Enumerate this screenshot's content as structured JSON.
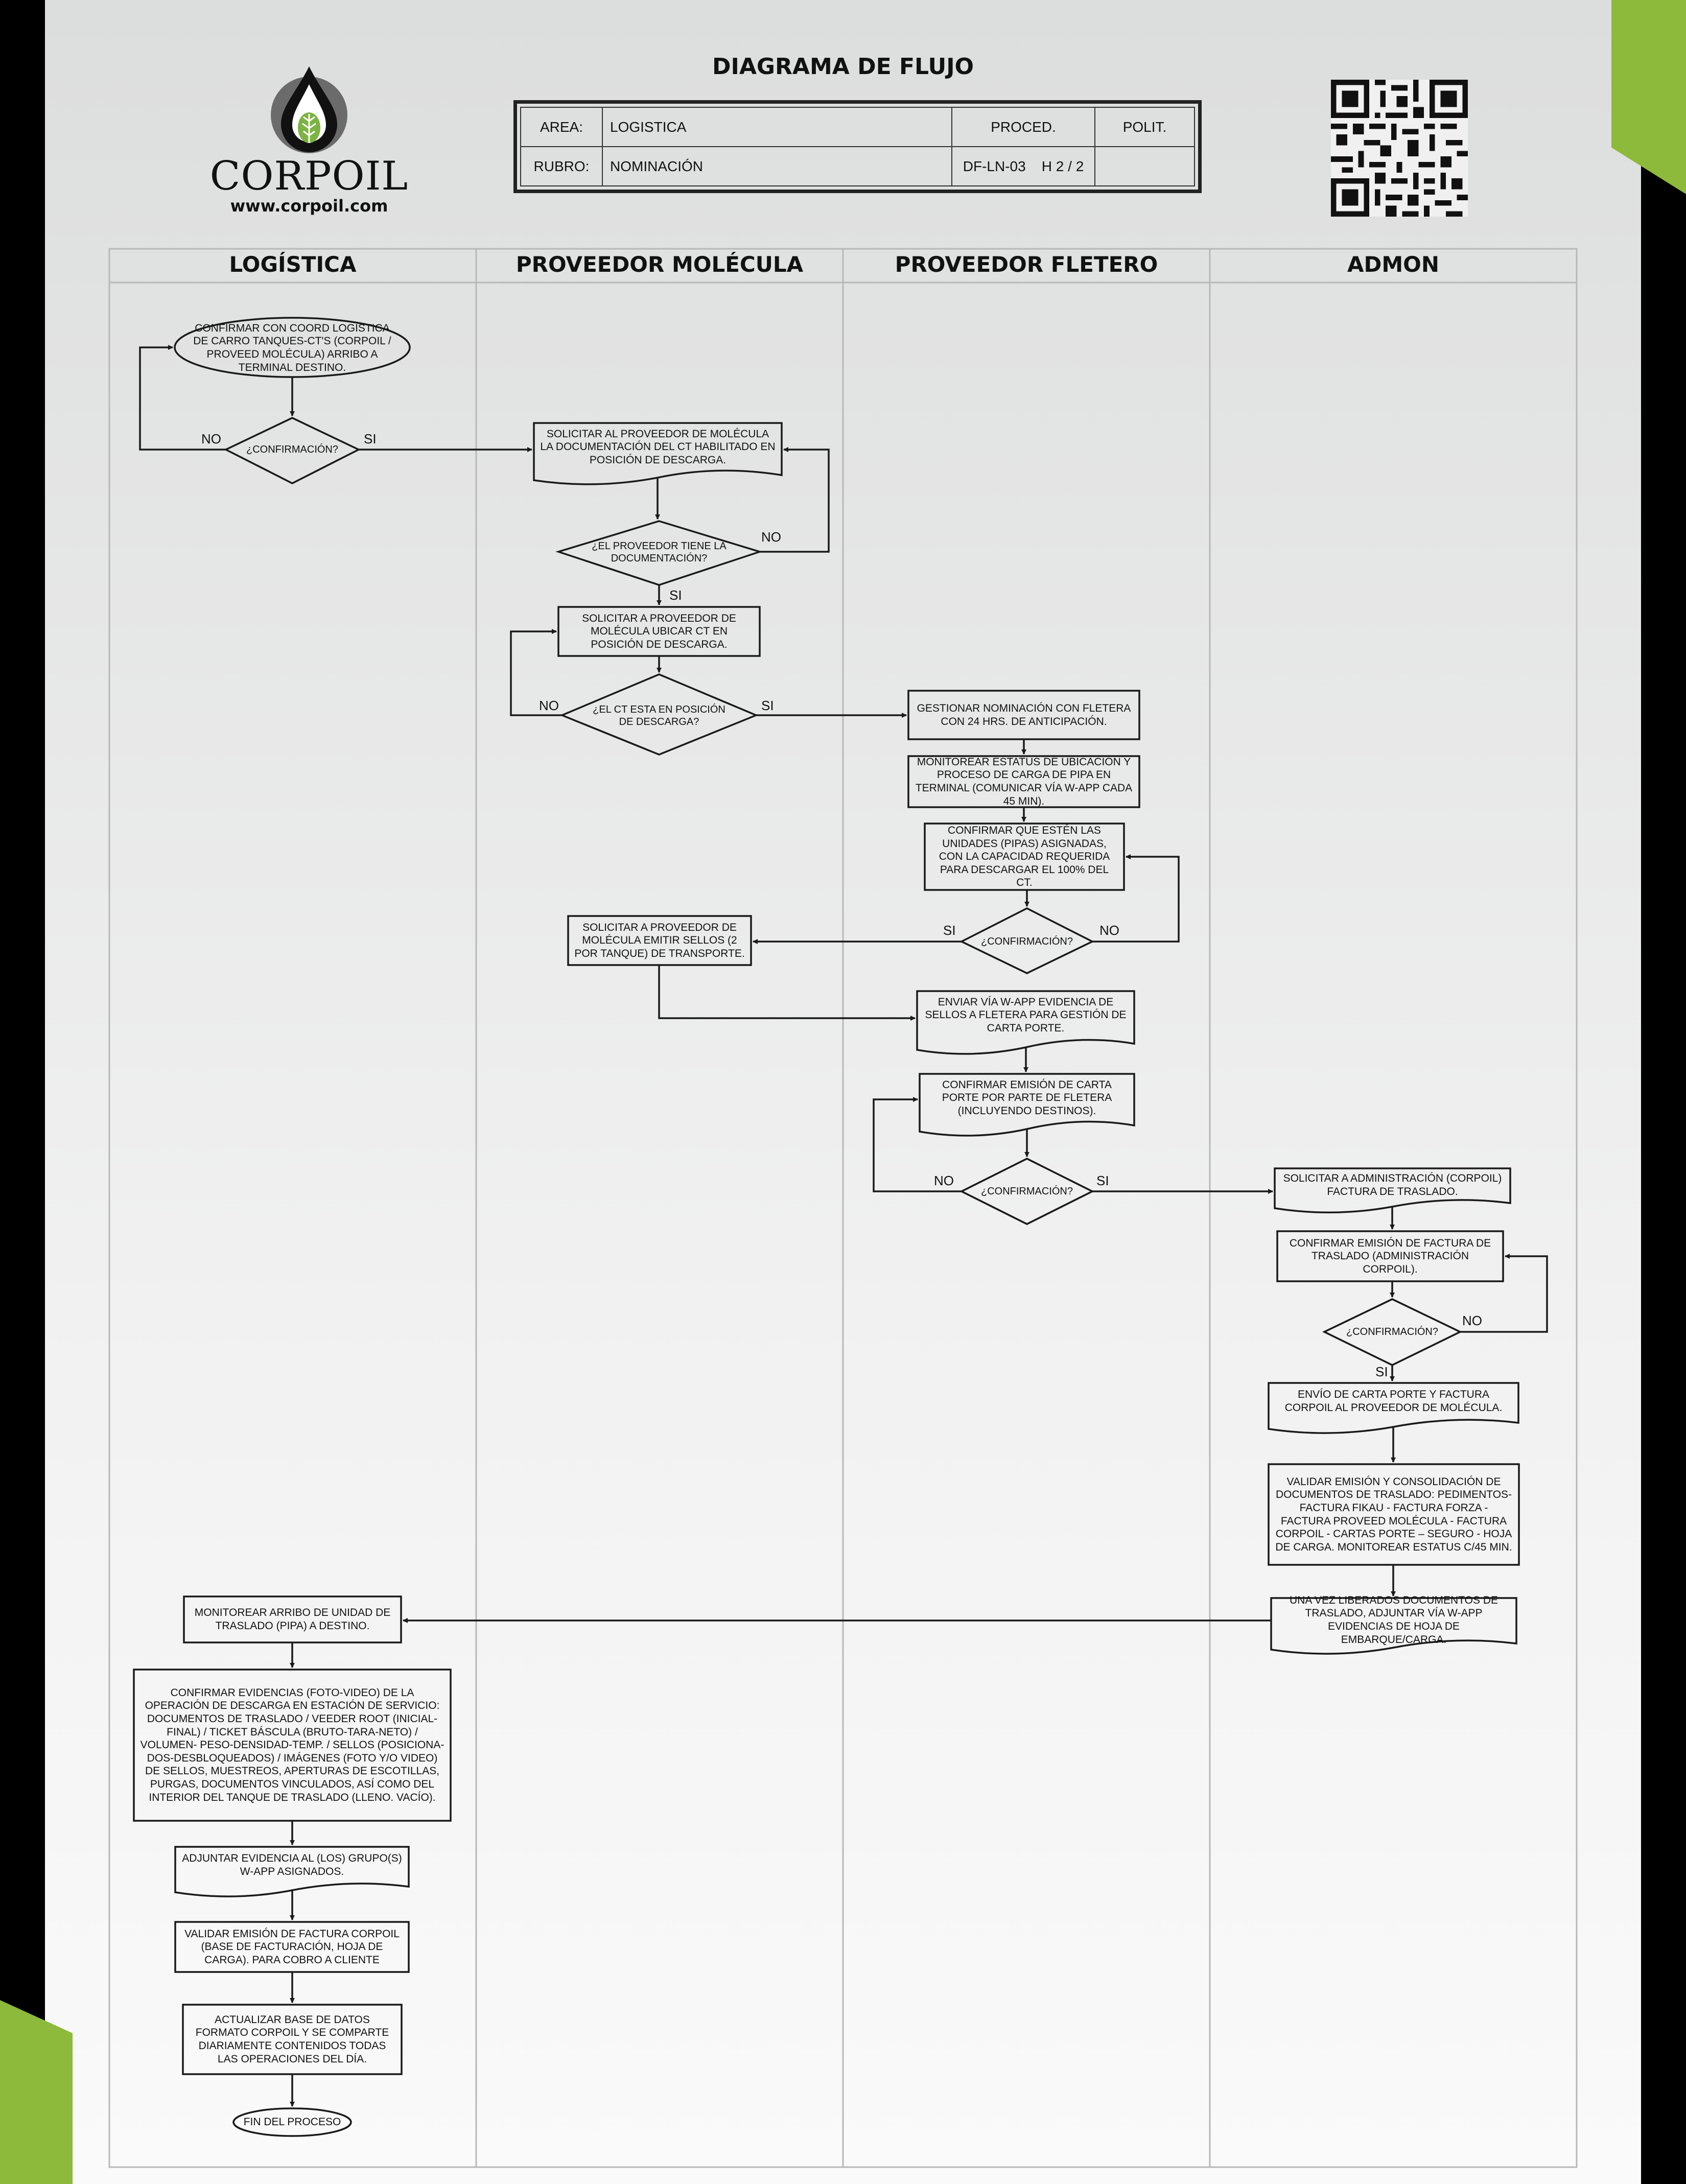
{
  "header": {
    "title": "DIAGRAMA DE FLUJO",
    "area_label": "AREA:",
    "area_value": "LOGISTICA",
    "proced_label": "PROCED.",
    "polit_label": "POLIT.",
    "rubro_label": "RUBRO:",
    "rubro_value": "NOMINACIÓN",
    "code": "DF-LN-03",
    "sheet": "H 2 / 2"
  },
  "logo": {
    "name": "CORPOIL",
    "url": "www.corpoil.com"
  },
  "colors": {
    "accent_green": "#8dba3a",
    "ink": "#1a1a1a"
  },
  "lanes": [
    "LOGÍSTICA",
    "PROVEEDOR MOLÉCULA",
    "PROVEEDOR FLETERO",
    "ADMON"
  ],
  "nodes": {
    "n1": "CONFIRMAR CON COORD LOGÍSTICA DE CARRO TANQUES-CT'S (CORPOIL / PROVEED MOLÉCULA) ARRIBO A TERMINAL DESTINO.",
    "d1": "¿CONFIRMACIÓN?",
    "n2": "SOLICITAR AL PROVEEDOR DE MOLÉCULA LA DOCUMENTACIÓN DEL CT HABILITADO EN POSICIÓN DE DESCARGA.",
    "d2": "¿EL PROVEEDOR TIENE LA DOCUMENTACIÓN?",
    "n3": "SOLICITAR A PROVEEDOR DE MOLÉCULA UBICAR CT EN POSICIÓN DE DESCARGA.",
    "d3": "¿EL CT ESTA EN POSICIÓN DE DESCARGA?",
    "n4": "GESTIONAR NOMINACIÓN CON FLETERA CON 24 HRS. DE ANTICIPACIÓN.",
    "n5": "MONITOREAR ESTATUS DE UBICACIÓN Y PROCESO DE CARGA DE PIPA EN TERMINAL (COMUNICAR VÍA W-APP CADA 45 MIN).",
    "n6": "CONFIRMAR QUE ESTÉN LAS UNIDADES (PIPAS) ASIGNADAS, CON LA CAPACIDAD REQUERIDA PARA DESCARGAR EL 100% DEL CT.",
    "d4": "¿CONFIRMACIÓN?",
    "n7": "SOLICITAR A PROVEEDOR DE MOLÉCULA EMITIR SELLOS (2 POR TANQUE) DE TRANSPORTE.",
    "n8": "ENVIAR VÍA W-APP EVIDENCIA DE SELLOS A FLETERA PARA GESTIÓN DE CARTA PORTE.",
    "n9": "CONFIRMAR EMISIÓN DE CARTA PORTE POR PARTE DE FLETERA (INCLUYENDO DESTINOS).",
    "d5": "¿CONFIRMACIÓN?",
    "n10": "SOLICITAR A ADMINISTRACIÓN (CORPOIL) FACTURA DE TRASLADO.",
    "n11": "CONFIRMAR EMISIÓN DE FACTURA DE TRASLADO (ADMINISTRACIÓN CORPOIL).",
    "d6": "¿CONFIRMACIÓN?",
    "n12": "ENVÍO DE CARTA PORTE Y FACTURA CORPOIL AL PROVEEDOR DE MOLÉCULA.",
    "n13": "VALIDAR EMISIÓN Y CONSOLIDACIÓN DE DOCUMENTOS DE TRASLADO: PEDIMENTOS- FACTURA FIKAU - FACTURA FORZA - FACTURA PROVEED MOLÉCULA - FACTURA CORPOIL - CARTAS PORTE – SEGURO - HOJA DE CARGA. MONITOREAR ESTATUS C/45 MIN.",
    "n14": "UNA VEZ LIBERADOS DOCUMENTOS DE TRASLADO, ADJUNTAR VÍA W-APP EVIDENCIAS DE HOJA DE EMBARQUE/CARGA.",
    "n15": "MONITOREAR ARRIBO DE UNIDAD DE TRASLADO (PIPA) A DESTINO.",
    "n16": "CONFIRMAR EVIDENCIAS (FOTO-VIDEO) DE LA OPERACIÓN DE DESCARGA EN ESTACIÓN DE SERVICIO: DOCUMENTOS DE TRASLADO / VEEDER ROOT (INICIAL-FINAL) / TICKET BÁSCULA (BRUTO-TARA-NETO) / VOLUMEN- PESO-DENSIDAD-TEMP. / SELLOS (POSICIONA- DOS-DESBLOQUEADOS) / IMÁGENES (FOTO Y/O VIDEO) DE SELLOS, MUESTREOS, APERTURAS DE ESCOTILLAS, PURGAS, DOCUMENTOS VINCULADOS, ASÍ COMO DEL INTERIOR DEL TANQUE DE TRASLADO (LLENO. VACÍO).",
    "n17": "ADJUNTAR EVIDENCIA AL (LOS) GRUPO(S) W-APP ASIGNADOS.",
    "n18": "VALIDAR EMISIÓN DE FACTURA CORPOIL (BASE DE FACTURACIÓN, HOJA DE CARGA). PARA COBRO A CLIENTE",
    "n19": "ACTUALIZAR BASE DE DATOS FORMATO CORPOIL Y SE COMPARTE DIARIAMENTE CONTENIDOS TODAS LAS OPERACIONES DEL DÍA.",
    "n20": "FIN DEL PROCESO"
  },
  "labels": {
    "si": "SI",
    "no": "NO"
  }
}
